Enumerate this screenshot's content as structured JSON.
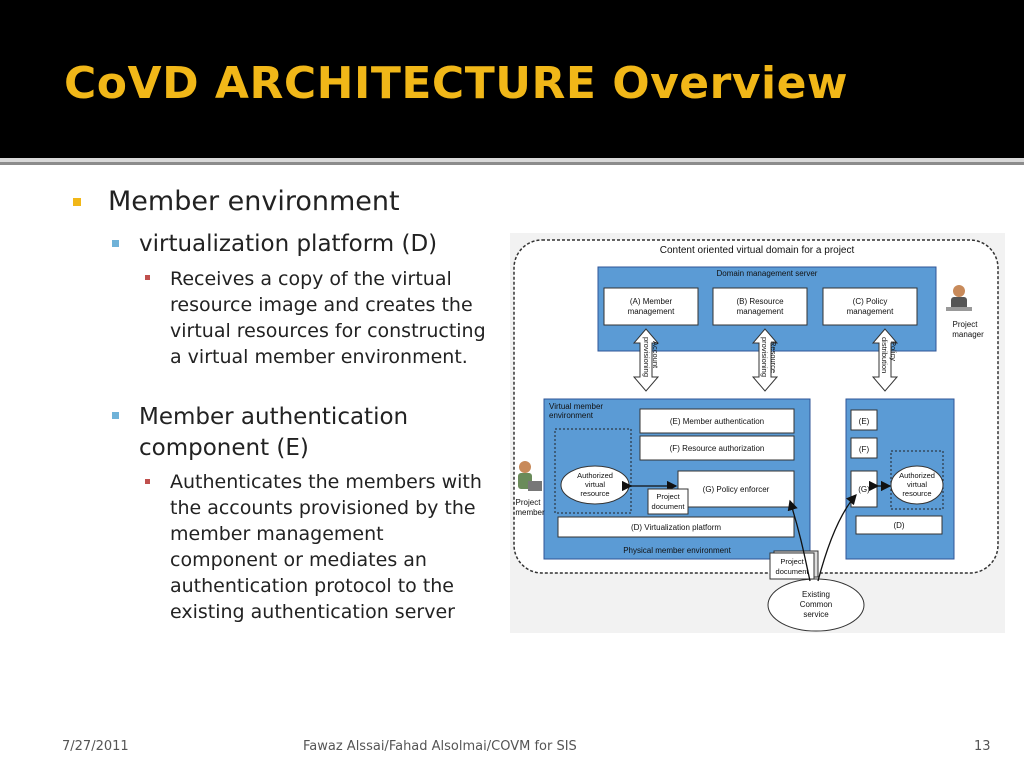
{
  "slide": {
    "title": "CoVD ARCHITECTURE Overview",
    "bullet_l1": "Member environment",
    "bullet_l2a": "virtualization platform (D)",
    "bullet_l3a": "Receives a copy of the virtual resource image and creates the virtual resources for constructing a virtual member environment.",
    "bullet_l2b": "Member authentication component (E)",
    "bullet_l3b": "Authenticates the members with the accounts provisioned by the member management component or mediates an authentication protocol to the existing authentication server",
    "footer_date": "7/27/2011",
    "footer_center": "Fawaz Alssai/Fahad Alsolmai/COVM for SIS",
    "footer_page": "13"
  },
  "diagram": {
    "outer_label": "Content oriented virtual domain for a project",
    "domain_server": "Domain management server",
    "a_line1": "(A) Member",
    "a_line2": "management",
    "b_line1": "(B) Resource",
    "b_line2": "management",
    "c_line1": "(C) Policy",
    "c_line2": "management",
    "project_manager_line1": "Project",
    "project_manager_line2": "manager",
    "arrow1_line1": "Account",
    "arrow1_line2": "provisioning",
    "arrow2_line1": "Resource",
    "arrow2_line2": "provisioning",
    "arrow3_line1": "Policy",
    "arrow3_line2": "distribution",
    "vme_line1": "Virtual member",
    "vme_line2": "environment",
    "e_full": "(E) Member authentication",
    "f_full": "(F) Resource authorization",
    "g_full": "(G) Policy enforcer",
    "d_full": "(D) Virtualization platform",
    "auth_line1": "Authorized",
    "auth_line2": "virtual",
    "auth_line3": "resource",
    "projdoc_line1": "Project",
    "projdoc_line2": "document",
    "physical": "Physical member environment",
    "e_short": "(E)",
    "f_short": "(F)",
    "g_short": "(G)",
    "d_short": "(D)",
    "project_member_line1": "Project",
    "project_member_line2": "member",
    "existing_line1": "Existing",
    "existing_line2": "Common",
    "existing_line3": "service"
  }
}
